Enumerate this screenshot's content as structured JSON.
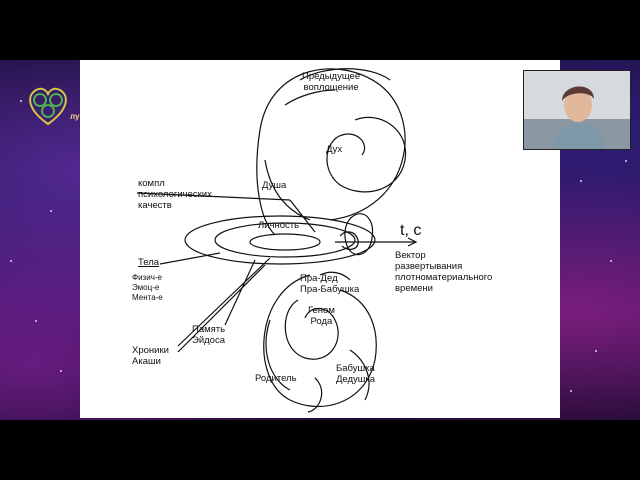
{
  "video": {
    "logo_partial_text": "лу",
    "webcam_label": "presenter-webcam"
  },
  "slide": {
    "labels": {
      "previous_incarnation": "Предыдущее\nвоплощение",
      "spirit": "Дух",
      "soul": "Душа",
      "complex": "компл\nпсихологических\nкачеств",
      "personality": "Личность",
      "tc": "t, c",
      "bodies": "Тела",
      "bodies_list": "Физич-е\nЭмоц-е\nМента-е",
      "vector": "Вектор\nразвертывания\nплотноматериального\nвремени",
      "great_grandparents": "Пра-Дед\nПра-Бабушка",
      "genome": "Геном\nРода",
      "eidos_memory": "Память\nЭйдоса",
      "akashic": "Хроники\nАкаши",
      "grandparents": "Бабушка\nДедушка",
      "parent": "Родитель"
    }
  }
}
